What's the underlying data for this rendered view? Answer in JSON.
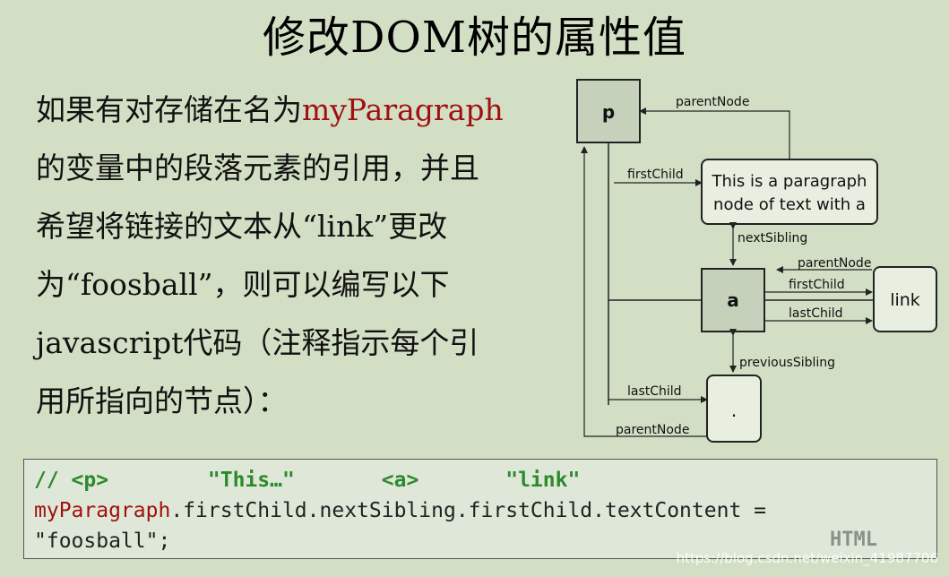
{
  "title": "修改DOM树的属性值",
  "paragraph": {
    "line1_pre": "如果有对存储在名为",
    "line1_var": "myParagraph",
    "line2": "的变量中的段落元素的引用，并且",
    "line3": "希望将链接的文本从“link”更改",
    "line4": "为“foosball”，则可以编写以下",
    "line5": "javascript代码（注释指示每个引",
    "line6": "用所指向的节点）："
  },
  "diagram": {
    "nodes": {
      "p": "p",
      "text_line1": "This is a paragraph",
      "text_line2": "node of text with a",
      "a": "a",
      "link": "link",
      "dot": "."
    },
    "edges": {
      "parent_node_top": "parentNode",
      "first_child_p": "firstChild",
      "next_sibling": "nextSibling",
      "parent_node_link": "parentNode",
      "first_child_a": "firstChild",
      "last_child_a": "lastChild",
      "previous_sibling": "previousSibling",
      "last_child_p": "lastChild",
      "parent_node_bottom": "parentNode"
    }
  },
  "code": {
    "comment_slashes": "// ",
    "comment_p": "<p>",
    "comment_this": "\"This…\"",
    "comment_a": "<a>",
    "comment_link": "\"link\"",
    "line2_var": "myParagraph",
    "line2_rest": ".firstChild.nextSibling.firstChild.textContent =",
    "line3": "\"foosball\";",
    "badge": "HTML"
  },
  "watermark": "https://blog.csdn.net/weixin_41987706",
  "colors": {
    "background": "#d2dfc5",
    "highlight": "#a01010",
    "comment": "#2c8a2c",
    "node_fill": "#c6d1bc"
  }
}
